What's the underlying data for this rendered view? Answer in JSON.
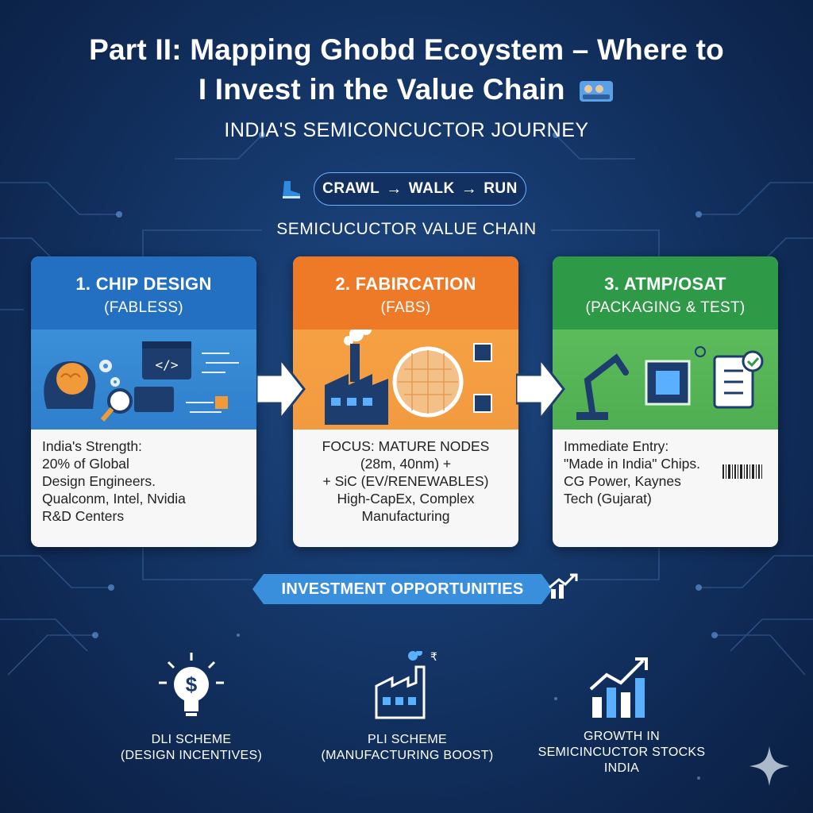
{
  "title_line1": "Part II: Mapping Ghobd Ecoystem – Where to",
  "title_line2": "I Invest in the Value Chain",
  "subtitle": "INDIA'S SEMICONCUCTOR JOURNEY",
  "journey": {
    "crawl": "CRAWL",
    "walk": "WALK",
    "run": "RUN",
    "arrow": "→"
  },
  "chain_label": "SEMICUCUCTOR VALUE CHAIN",
  "cards": [
    {
      "title": "1.  CHIP DESIGN",
      "subtitle": "(FABLESS)",
      "lines": [
        "India's Strength:",
        "20% of Global",
        "Design Engineers.",
        "Qualconm, Intel, Nvidia",
        "R&D Centers"
      ]
    },
    {
      "title": "2. FABIRCATION",
      "subtitle": "(FABS)",
      "lines": [
        "FOCUS: MATURE NODES",
        "(28m, 40nm) +",
        "+ SiC (EV/RENEWABLES)",
        "High-CapEx, Complex",
        "Manufacturing"
      ]
    },
    {
      "title": "3.  ATMP/OSAT",
      "subtitle": "(PACKAGING & TEST)",
      "lines": [
        "Immediate Entry:",
        "\"Made in India\" Chips.",
        "CG Power, Kaynes",
        "Tech (Gujarat)"
      ]
    }
  ],
  "invest_label": "INVESTMENT OPPORTUNITIES",
  "bottom": [
    {
      "line1": "DLI SCHEME",
      "line2": "(DESIGN INCENTIVES)"
    },
    {
      "line1": "PLI SCHEME",
      "line2": "(MANUFACTURING BOOST)"
    },
    {
      "line1": "GROWTH IN",
      "line2": "SEMICINCUCTOR STOCKS",
      "line3": "INDIA"
    }
  ],
  "colors": {
    "design": "#2370c2",
    "fab": "#ee7a28",
    "osat": "#2e9a48",
    "banner": "#3a8fdc"
  }
}
